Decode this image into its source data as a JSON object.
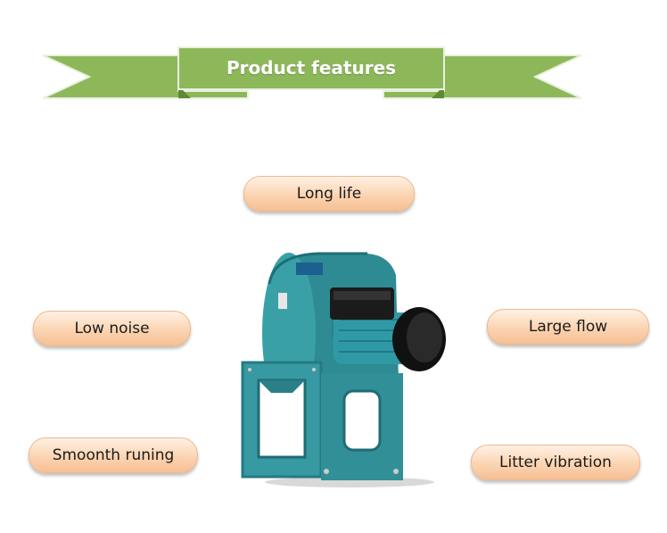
{
  "banner": {
    "title": "Product features",
    "color": "#8db85a"
  },
  "features": {
    "long_life": "Long life",
    "low_noise": "Low noise",
    "large_flow": "Large flow",
    "smooth_running": "Smoonth runing",
    "litter_vibration": "Litter vibration"
  },
  "pill_colors": {
    "light": "#fff1e4",
    "dark": "#f6bf93"
  },
  "product_image": {
    "icon": "centrifugal-fan-blower"
  }
}
